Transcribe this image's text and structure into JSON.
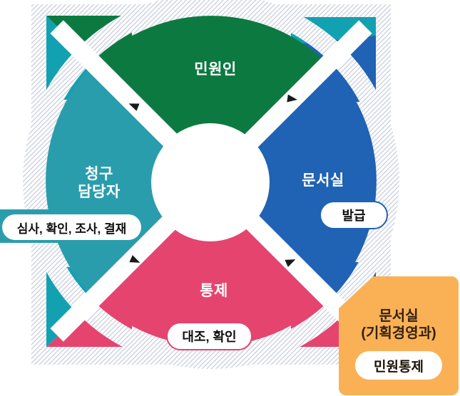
{
  "colors": {
    "green": "#0c7a40",
    "blue": "#2062b3",
    "teal": "#2a9dac",
    "teal_corner": "#12a1b1",
    "pink": "#e5446f",
    "orange": "#fab156",
    "hatch_line": "#ccd1de",
    "arrow": "#1a1a1a"
  },
  "quadrants": {
    "top": {
      "label": "민원인"
    },
    "right": {
      "label": "문서실",
      "badge": "발급"
    },
    "bottom": {
      "label": "통제",
      "badge": "대조, 확인"
    },
    "left": {
      "label_line1": "청구",
      "label_line2": "담당자",
      "badge": "심사, 확인, 조사, 결재"
    }
  },
  "callout": {
    "title_line1": "문서실",
    "title_line2": "(기획경영과)",
    "badge": "민원통제"
  }
}
